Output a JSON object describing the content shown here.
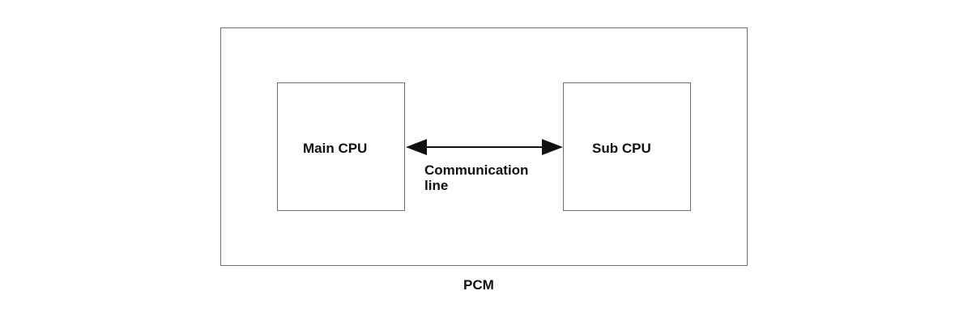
{
  "diagram": {
    "outer": {
      "label": "PCM"
    },
    "left_box": {
      "label": "Main CPU"
    },
    "right_box": {
      "label": "Sub CPU"
    },
    "connector": {
      "label_line1": "Communication",
      "label_line2": "line",
      "direction": "bidirectional"
    }
  },
  "colors": {
    "border": "#6e6e6e",
    "arrow": "#111111",
    "text": "#111111"
  }
}
